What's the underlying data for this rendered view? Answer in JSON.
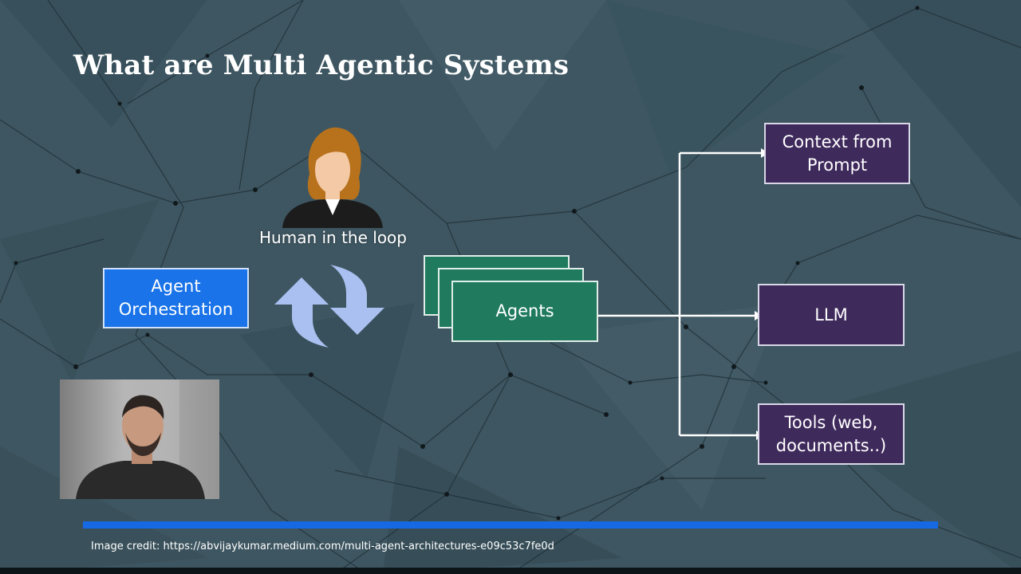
{
  "slide": {
    "title": "What are Multi Agentic Systems",
    "human_label": "Human in the loop",
    "orchestration_label": "Agent\nOrchestration",
    "agents_label": "Agents",
    "targets": [
      {
        "label": "Context from\nPrompt"
      },
      {
        "label": "LLM"
      },
      {
        "label": "Tools (web,\ndocuments..)"
      }
    ],
    "credit": "Image credit: https://abvijaykumar.medium.com/multi-agent-architectures-e09c53c7fe0d"
  },
  "video": {
    "progress": 1.0
  },
  "colors": {
    "background": "#3d5560",
    "box_purple": "#3f2a5c",
    "box_blue": "#1a73e8",
    "box_green": "#1f7a5e",
    "cycle_arrows": "#a9c0f0",
    "progress": "#1668e3"
  },
  "icons": {
    "human": "person-avatar-icon",
    "cycle": "refresh-cycle-icon",
    "presenter": "webcam-presenter"
  }
}
